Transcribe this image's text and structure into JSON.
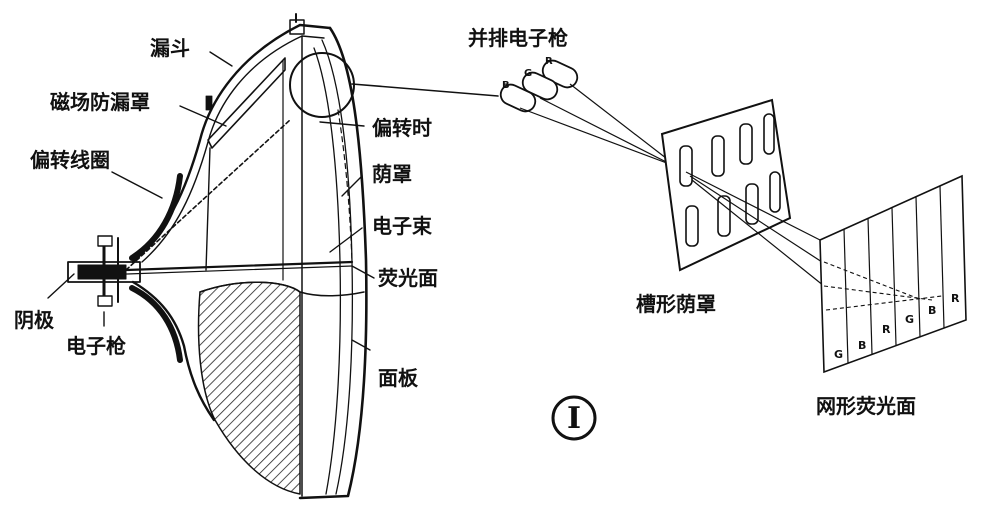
{
  "labels": {
    "funnel": "漏斗",
    "magnetic_shield": "磁场防漏罩",
    "deflection_coil": "偏转线圈",
    "deflection_time": "偏转时",
    "shadow_mask": "荫罩",
    "electron_beam": "电子束",
    "phosphor_screen": "荧光面",
    "cathode": "阴极",
    "electron_gun": "电子枪",
    "faceplate": "面板",
    "inline_guns": "并排电子枪",
    "slot_mask": "槽形荫罩",
    "stripe_screen": "网形荧光面"
  },
  "gun_letters": [
    "B",
    "G",
    "R"
  ],
  "stripe_letters": [
    "G",
    "B",
    "R",
    "G",
    "B",
    "R"
  ],
  "figure_number": "I"
}
